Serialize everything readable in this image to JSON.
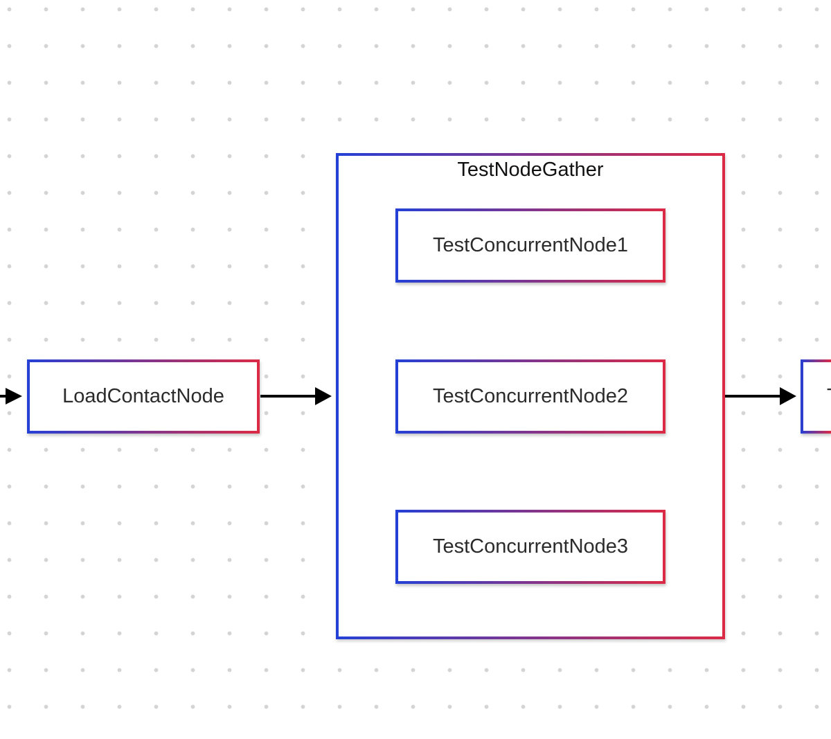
{
  "diagram": {
    "group": {
      "title": "TestNodeGather",
      "children": [
        {
          "label": "TestConcurrentNode1"
        },
        {
          "label": "TestConcurrentNode2"
        },
        {
          "label": "TestConcurrentNode3"
        }
      ]
    },
    "nodes": [
      {
        "label": "LoadContactNode"
      },
      {
        "label": "T"
      }
    ],
    "colors": {
      "gradient_start": "#2440d6",
      "gradient_end": "#dc2a45",
      "edge": "#000000",
      "grid_dot": "#d4d4d4"
    }
  }
}
